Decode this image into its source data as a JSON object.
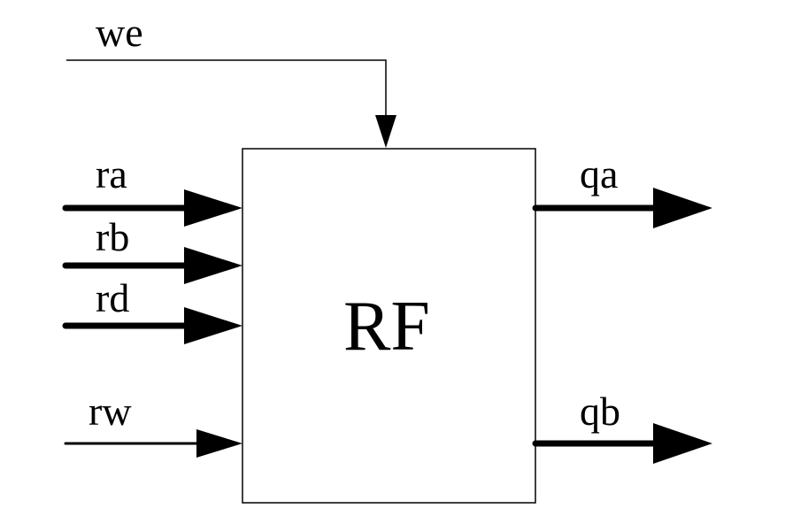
{
  "block": {
    "label": "RF"
  },
  "signals": {
    "we": "we",
    "ra": "ra",
    "rb": "rb",
    "rd": "rd",
    "rw": "rw",
    "qa": "qa",
    "qb": "qb"
  }
}
